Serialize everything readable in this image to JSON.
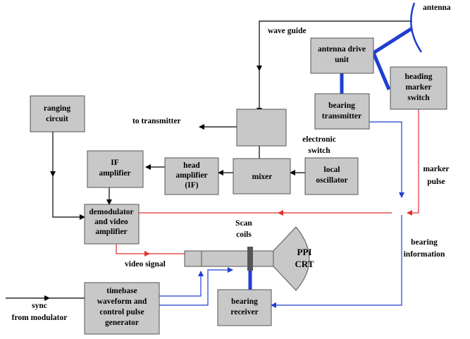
{
  "blocks": {
    "antenna_drive": [
      "antenna drive",
      "unit"
    ],
    "heading_marker": [
      "heading",
      "marker",
      "switch"
    ],
    "bearing_transmitter": [
      "bearing",
      "transmitter"
    ],
    "ranging": [
      "ranging",
      "circuit"
    ],
    "if_amp": [
      "IF",
      "amplifier"
    ],
    "head_amp": [
      "head",
      "amplifier",
      "(IF)"
    ],
    "mixer": [
      "mixer"
    ],
    "local_osc": [
      "local",
      "oscillator"
    ],
    "demod": [
      "demodulator",
      "and video",
      "amplifier"
    ],
    "timebase": [
      "timebase",
      "waveform and",
      "control pulse",
      "generator"
    ],
    "bearing_receiver": [
      "bearing",
      "receiver"
    ]
  },
  "labels": {
    "antenna": "antenna",
    "wave_guide": "wave guide",
    "to_transmitter": "to transmitter",
    "electronic_switch": [
      "electronic",
      "switch"
    ],
    "marker_pulse": [
      "marker",
      "pulse"
    ],
    "scan_coils": [
      "Scan",
      "coils"
    ],
    "ppi_crt": [
      "PPI",
      "CRT"
    ],
    "bearing_information": [
      "bearing",
      "information"
    ],
    "video_signal": "video signal",
    "sync": [
      "sync",
      "from modulator"
    ]
  },
  "colors": {
    "block_fill": "#c8c8c8",
    "signal_line": "#000000",
    "bearing_line": "#1f3fd0",
    "marker_line": "#e03030"
  }
}
